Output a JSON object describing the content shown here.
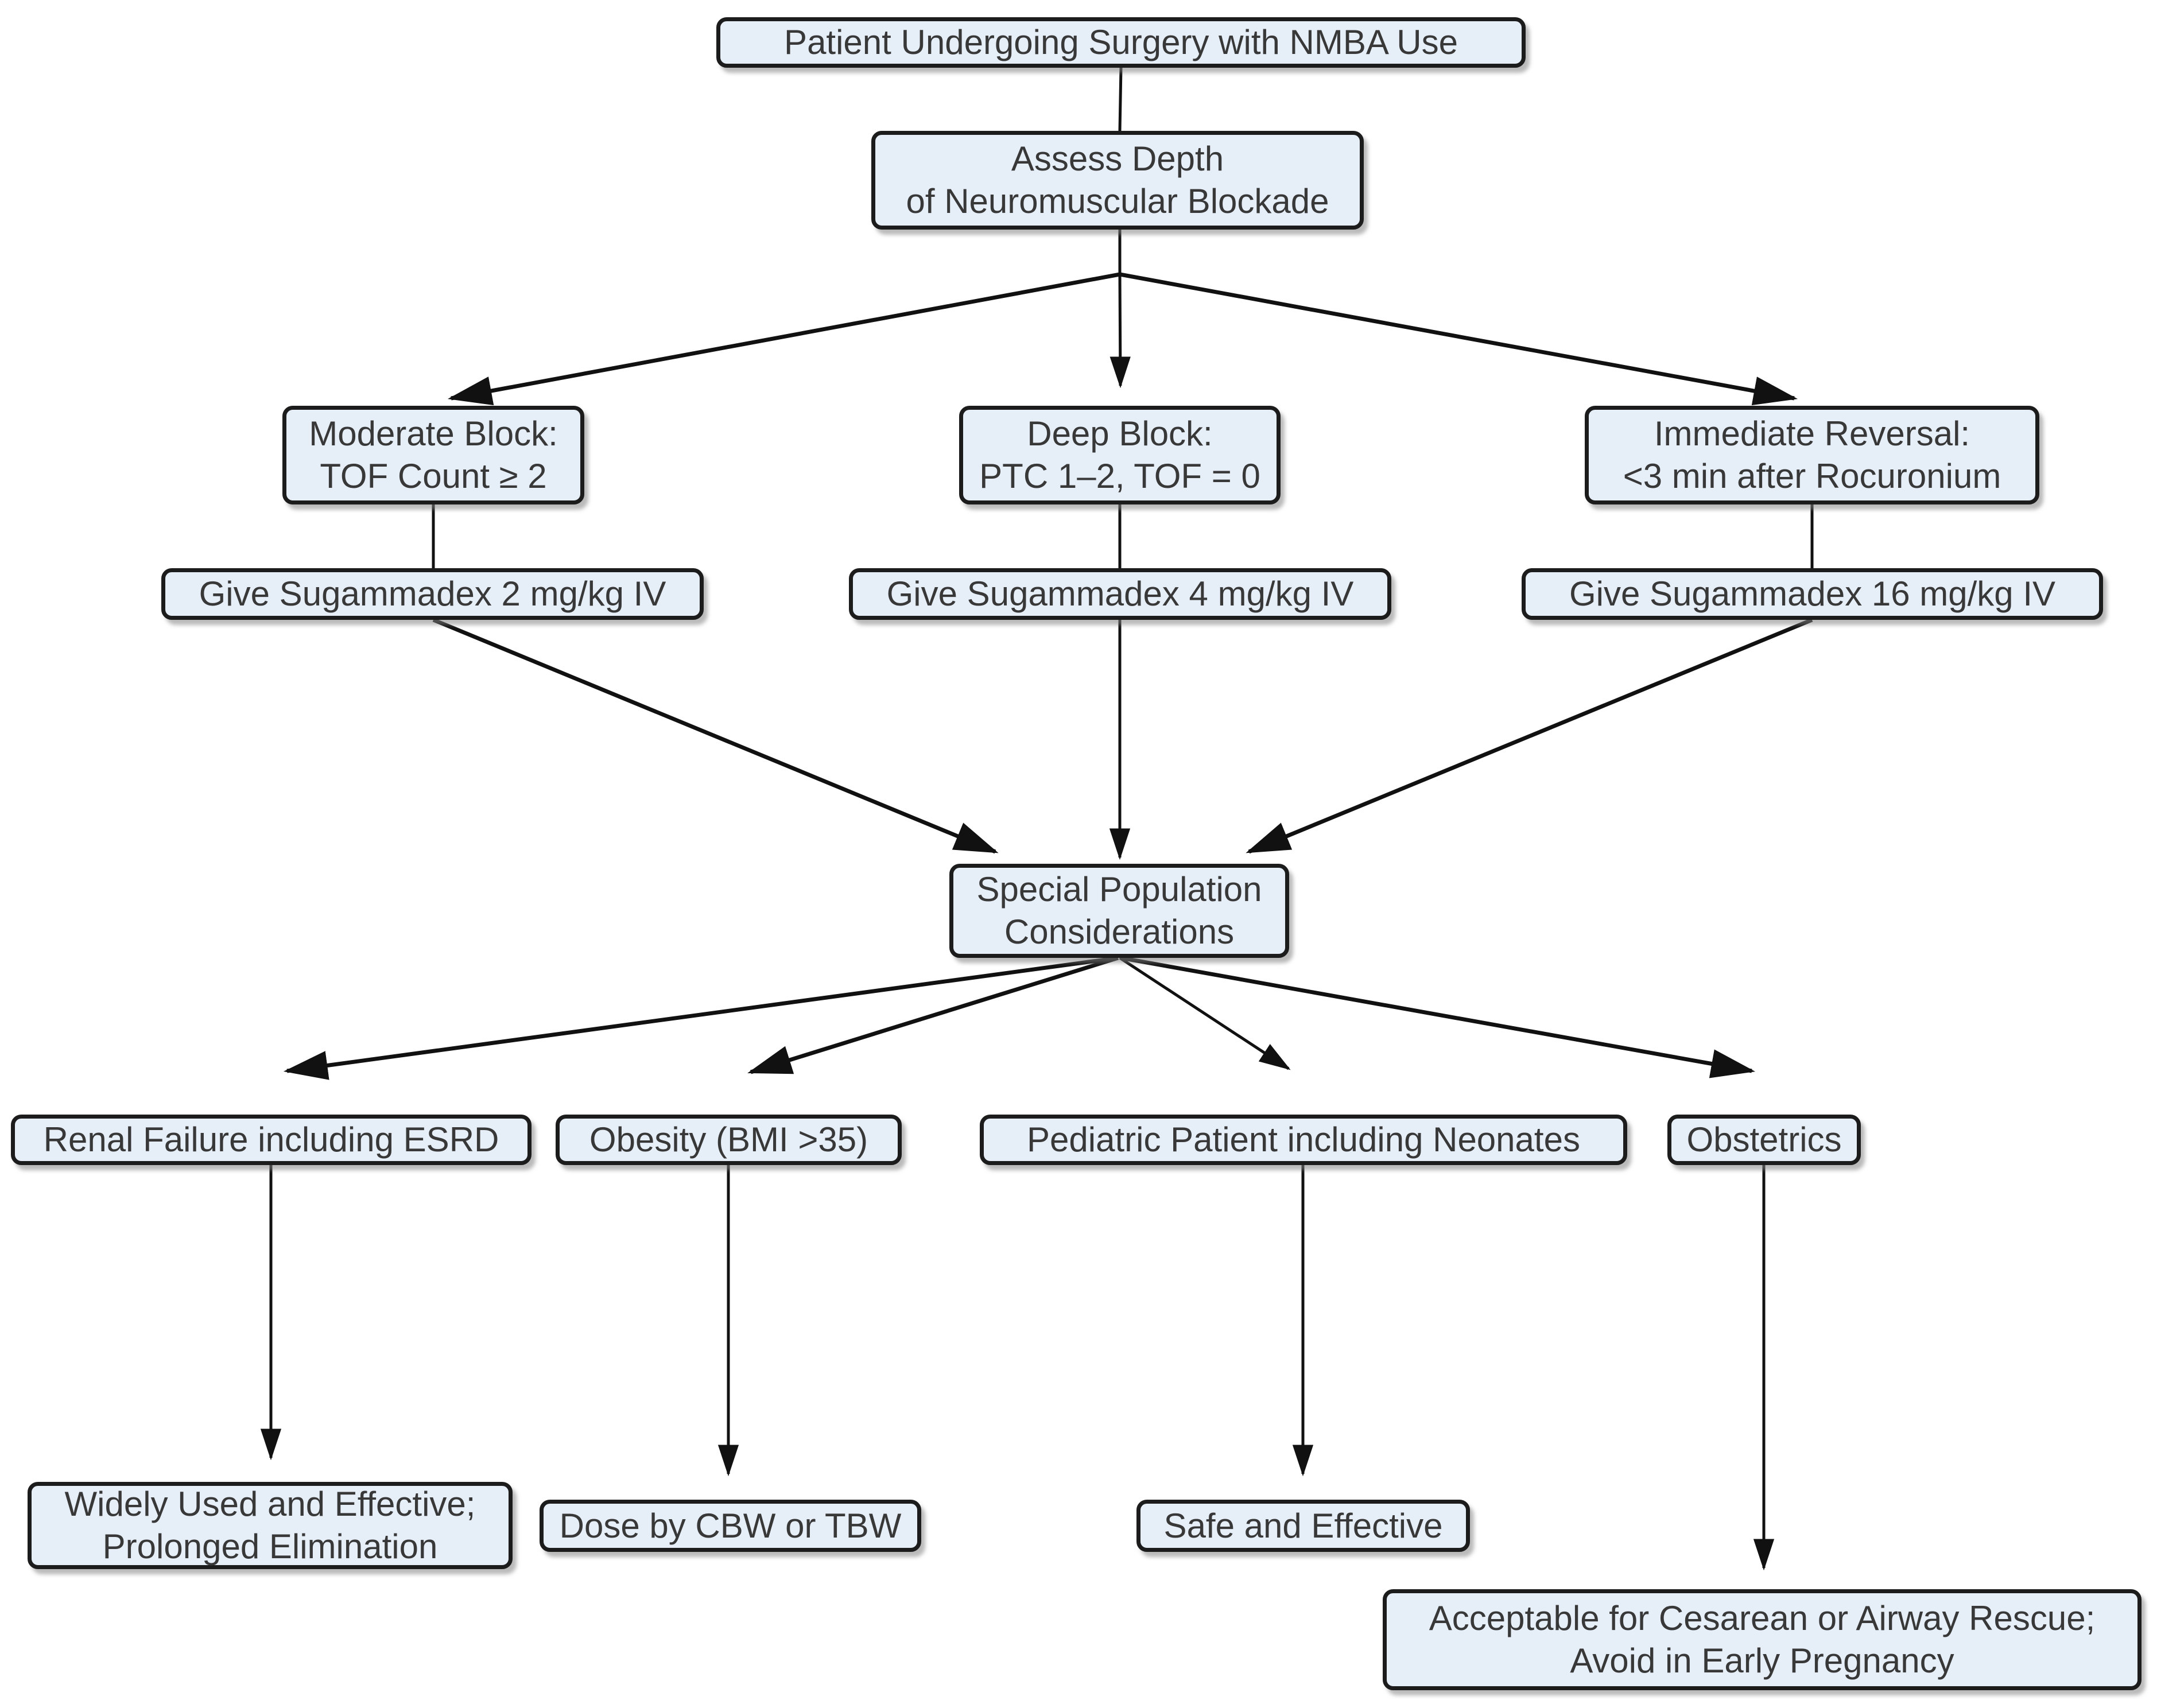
{
  "diagram": {
    "type": "flowchart",
    "topic": "Sugammadex reversal of neuromuscular blockade",
    "colors": {
      "background": "#ffffff",
      "node_fill": "#e6eef8",
      "node_border": "#1c1c1c",
      "node_text": "#383838",
      "edge": "#111111"
    }
  },
  "nodes": {
    "start": {
      "label": "Patient Undergoing Surgery with NMBA Use"
    },
    "assess": {
      "label": "Assess Depth\nof Neuromuscular Blockade"
    },
    "moderate": {
      "label": "Moderate Block:\nTOF Count ≥ 2"
    },
    "deep": {
      "label": "Deep Block:\nPTC 1–2, TOF = 0"
    },
    "immediate": {
      "label": "Immediate Reversal:\n<3 min after Rocuronium"
    },
    "give2": {
      "label": "Give Sugammadex 2 mg/kg IV"
    },
    "give4": {
      "label": "Give Sugammadex 4 mg/kg IV"
    },
    "give16": {
      "label": "Give Sugammadex 16 mg/kg IV"
    },
    "special": {
      "label": "Special Population\nConsiderations"
    },
    "renal": {
      "label": "Renal Failure including ESRD"
    },
    "obesity": {
      "label": "Obesity (BMI >35)"
    },
    "pediatric": {
      "label": "Pediatric Patient including Neonates"
    },
    "obstetrics": {
      "label": "Obstetrics"
    },
    "renal_outcome": {
      "label": "Widely Used and Effective;\nProlonged Elimination"
    },
    "obesity_outcome": {
      "label": "Dose by CBW or TBW"
    },
    "pediatric_outcome": {
      "label": "Safe and Effective"
    },
    "obstetrics_outcome": {
      "label": "Acceptable for Cesarean or Airway Rescue;\nAvoid in Early Pregnancy"
    }
  },
  "edges": [
    {
      "from": "start",
      "to": "assess",
      "arrow": false
    },
    {
      "from": "assess",
      "to": "moderate",
      "arrow": true
    },
    {
      "from": "assess",
      "to": "deep",
      "arrow": true
    },
    {
      "from": "assess",
      "to": "immediate",
      "arrow": true
    },
    {
      "from": "moderate",
      "to": "give2",
      "arrow": false
    },
    {
      "from": "deep",
      "to": "give4",
      "arrow": false
    },
    {
      "from": "immediate",
      "to": "give16",
      "arrow": false
    },
    {
      "from": "give2",
      "to": "special",
      "arrow": true
    },
    {
      "from": "give4",
      "to": "special",
      "arrow": true
    },
    {
      "from": "give16",
      "to": "special",
      "arrow": true
    },
    {
      "from": "special",
      "to": "renal",
      "arrow": true
    },
    {
      "from": "special",
      "to": "obesity",
      "arrow": true
    },
    {
      "from": "special",
      "to": "pediatric",
      "arrow": true
    },
    {
      "from": "special",
      "to": "obstetrics",
      "arrow": true
    },
    {
      "from": "renal",
      "to": "renal_outcome",
      "arrow": true
    },
    {
      "from": "obesity",
      "to": "obesity_outcome",
      "arrow": true
    },
    {
      "from": "pediatric",
      "to": "pediatric_outcome",
      "arrow": true
    },
    {
      "from": "obstetrics",
      "to": "obstetrics_outcome",
      "arrow": true
    }
  ]
}
